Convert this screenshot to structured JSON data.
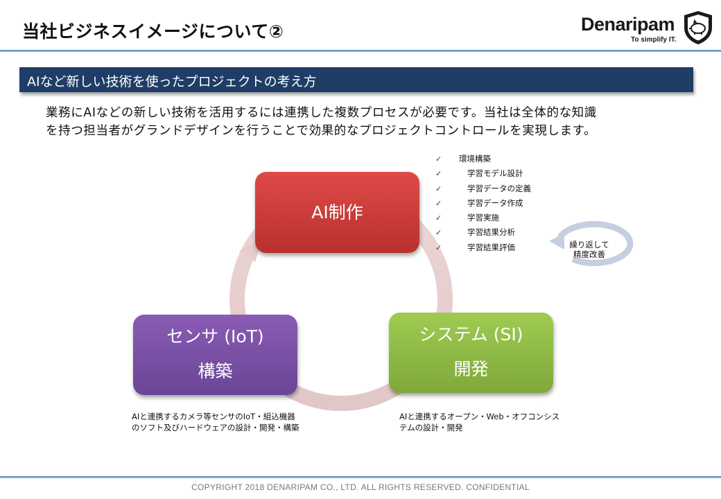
{
  "header": {
    "title": "当社ビジネスイメージについて②",
    "logo_name": "Denaripam",
    "logo_tagline": "To simplify IT."
  },
  "section": {
    "heading": "AIなど新しい技術を使ったプロジェクトの考え方"
  },
  "lead": {
    "line1": "業務にAIなどの新しい技術を活用するには連携した複数プロセスが必要です。当社は全体的な知識",
    "line2": "を持つ担当者がグランドデザインを行うことで効果的なプロジェクトコントロールを実現します。"
  },
  "cycle": {
    "ai": {
      "line1": "AI制作"
    },
    "iot": {
      "line1": "センサ (IoT)",
      "line2": "構築"
    },
    "si": {
      "line1": "システム (SI)",
      "line2": "開発"
    },
    "colors": {
      "ai": "#d03d3a",
      "iot": "#7a50a6",
      "si": "#8fba46",
      "ring": "#e8cfd0"
    }
  },
  "checklist": {
    "check_icon": "✓",
    "items": [
      "環境構築",
      "学習モデル設計",
      "学習データの定義",
      "学習データ作成",
      "学習実施",
      "学習結果分析",
      "学習結果評価"
    ]
  },
  "loop": {
    "line1": "繰り返して",
    "line2": "精度改善"
  },
  "descriptions": {
    "iot_line1": "AIと連携するカメラ等センサのIoT・組込機器",
    "iot_line2": "のソフト及びハードウェアの設計・開発・構築",
    "si_line1": "AIと連携するオープン・Web・オフコンシス",
    "si_line2": "テムの設計・開発"
  },
  "footer": {
    "copyright": "COPYRIGHT 2018 DENARIPAM CO., LTD. ALL RIGHTS RESERVED. CONFIDENTIAL"
  }
}
